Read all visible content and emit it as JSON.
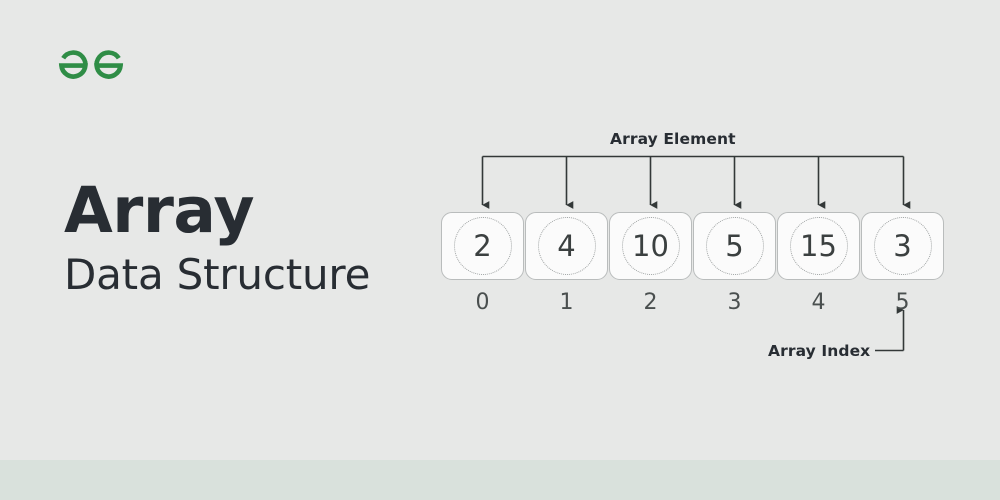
{
  "page": {
    "background_color": "#e7e8e7",
    "footer_band_color": "#d9e1dc"
  },
  "brand": {
    "logo_name": "geeksforgeeks-logo",
    "logo_color": "#2f8d46"
  },
  "heading": {
    "title": "Array",
    "subtitle": "Data Structure",
    "color": "#282d33"
  },
  "diagram": {
    "annotations": {
      "array_element": "Array Element",
      "array_index": "Array Index"
    },
    "cells": [
      {
        "value": "2",
        "index": "0"
      },
      {
        "value": "4",
        "index": "1"
      },
      {
        "value": "10",
        "index": "2"
      },
      {
        "value": "5",
        "index": "3"
      },
      {
        "value": "15",
        "index": "4"
      },
      {
        "value": "3",
        "index": "5"
      }
    ],
    "cell_fill": "#fbfbfb",
    "cell_border": "#b9bcbc",
    "value_color": "#3b4040",
    "index_color": "#4a4f4f",
    "connector_color": "#333838"
  }
}
